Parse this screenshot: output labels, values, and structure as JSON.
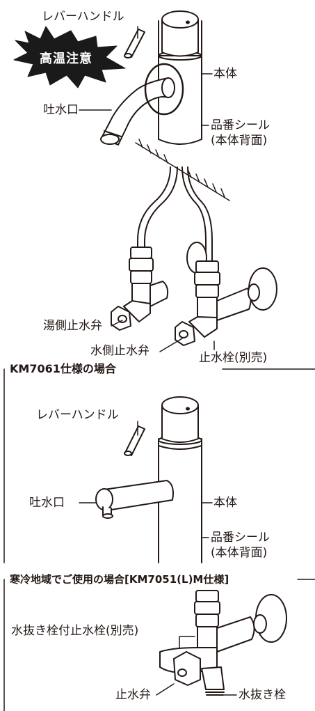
{
  "section1": {
    "lever_handle": "レバーハンドル",
    "high_temp_warning": "高温注意",
    "body": "本体",
    "spout": "吐水口",
    "part_number_seal": "品番シール",
    "part_number_seal_location": "(本体背面)",
    "hot_side_valve": "湯側止水弁",
    "cold_side_valve": "水側止水弁",
    "stop_valve": "止水栓(別売)"
  },
  "section2": {
    "heading": "KM7061仕様の場合",
    "lever_handle": "レバーハンドル",
    "spout": "吐水口",
    "body": "本体",
    "part_number_seal": "品番シール",
    "part_number_seal_location": "(本体背面)"
  },
  "section3": {
    "heading": "寒冷地域でご使用の場合[KM7051(L)M仕様]",
    "drain_stop_valve": "水抜き栓付止水栓(別売)",
    "stop_valve": "止水弁",
    "drain_plug": "水抜き栓"
  },
  "colors": {
    "line": "#231815",
    "burst": "#1a1a1a",
    "white": "#ffffff"
  },
  "icons": {
    "warning_burst": "starburst-icon",
    "highlight": "ellipse-icon"
  }
}
